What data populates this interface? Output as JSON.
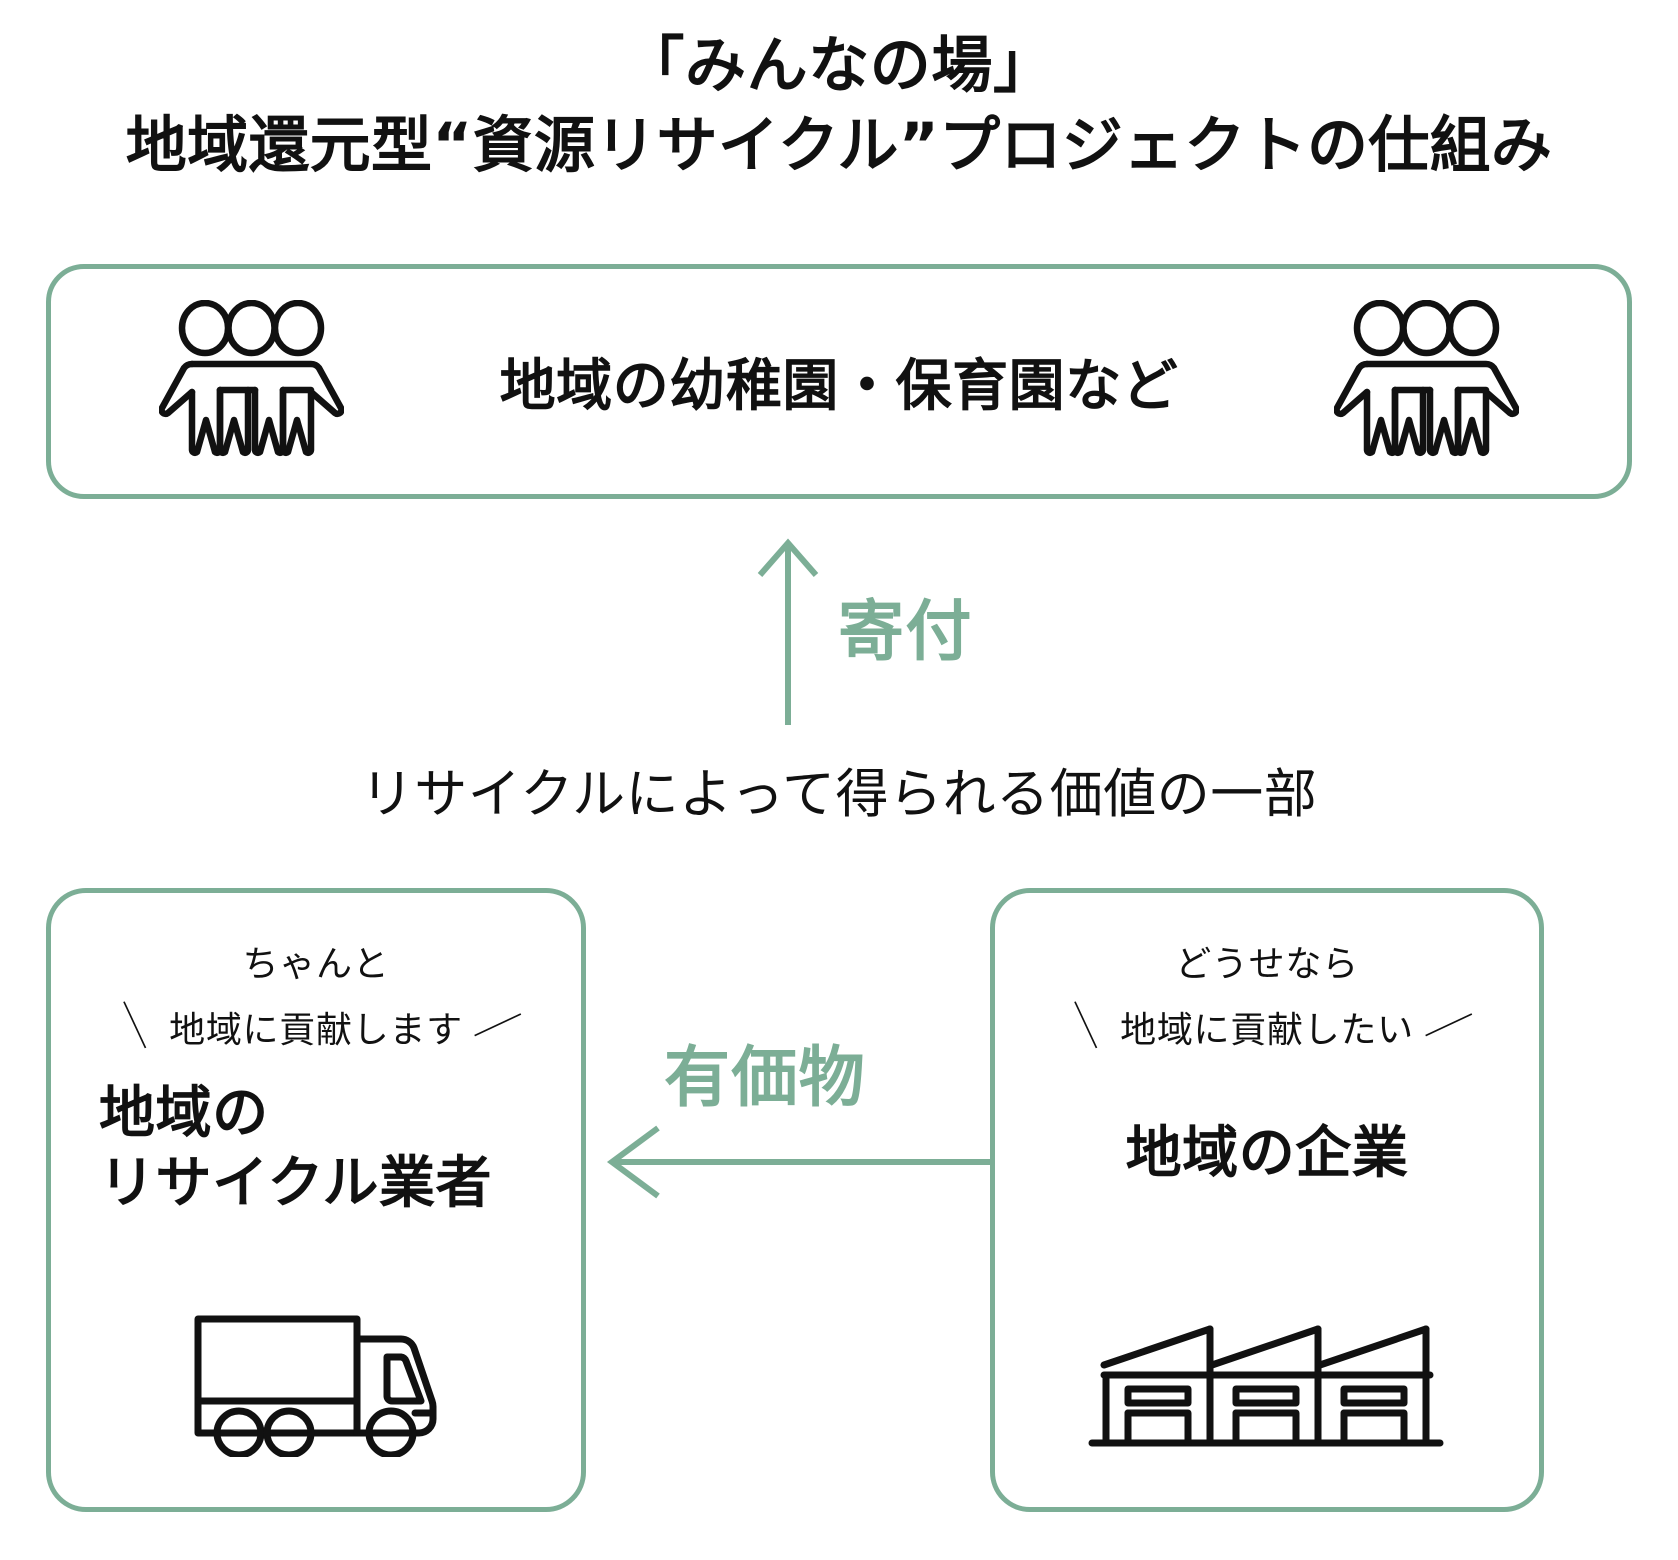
{
  "title": {
    "line1": "「みんなの場」",
    "line2": "地域還元型“資源リサイクル”プロジェクトの仕組み"
  },
  "colors": {
    "accent_green": "#7cae96",
    "text_black": "#111111",
    "background": "#ffffff"
  },
  "top_box": {
    "label": "地域の幼稚園・保育園など",
    "left_icon": "people-group-icon",
    "right_icon": "people-group-icon"
  },
  "donation_flow": {
    "arrow_icon": "arrow-up-icon",
    "label": "寄付",
    "caption": "リサイクルによって得られる価値の一部"
  },
  "material_flow": {
    "arrow_icon": "arrow-left-icon",
    "label": "有価物"
  },
  "recycler_box": {
    "small_top": "ちゃんと",
    "slash_left": "＼",
    "small_slash": "地域に貢献します",
    "slash_right": "／",
    "name": "地域の\nリサイクル業者",
    "icon": "truck-icon"
  },
  "company_box": {
    "small_top": "どうせなら",
    "slash_left": "＼",
    "small_slash": "地域に貢献したい",
    "slash_right": "／",
    "name": "地域の企業",
    "icon": "factory-icon"
  }
}
